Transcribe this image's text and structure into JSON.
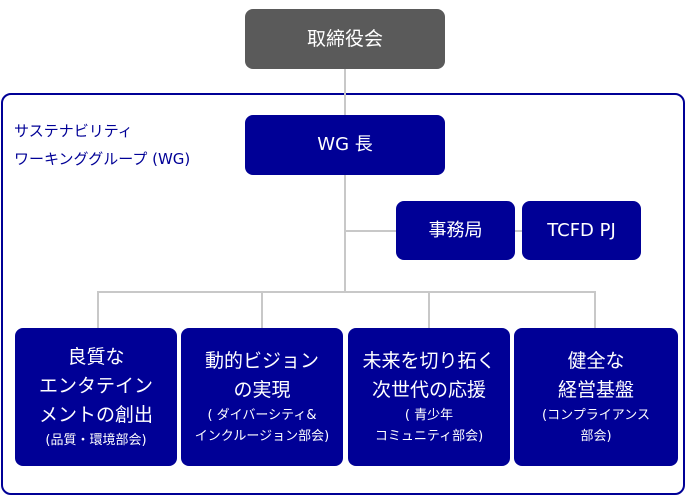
{
  "colors": {
    "primary": "#000096",
    "board": "#5a5a5a",
    "connector": "#c8c8c8"
  },
  "board": {
    "label": "取締役会"
  },
  "working_group": {
    "title_lines": [
      "サステナビリティ",
      "ワーキンググループ (WG)"
    ],
    "leader": "WG 長",
    "secretariat": "事務局",
    "tcfd": "TCFD PJ"
  },
  "committees": [
    {
      "title_lines": [
        "良質な",
        "エンタテイン",
        "メントの創出"
      ],
      "sub_lines": [
        "(品質・環境部会)"
      ]
    },
    {
      "title_lines": [
        "動的ビジョン",
        "の実現"
      ],
      "sub_lines": [
        "( ダイバーシティ&",
        "インクルージョン部会)"
      ]
    },
    {
      "title_lines": [
        "未来を切り拓く",
        "次世代の応援"
      ],
      "sub_lines": [
        "( 青少年",
        "コミュニティ部会)"
      ]
    },
    {
      "title_lines": [
        "健全な",
        "経営基盤"
      ],
      "sub_lines": [
        "(コンプライアンス",
        "部会)"
      ]
    }
  ]
}
